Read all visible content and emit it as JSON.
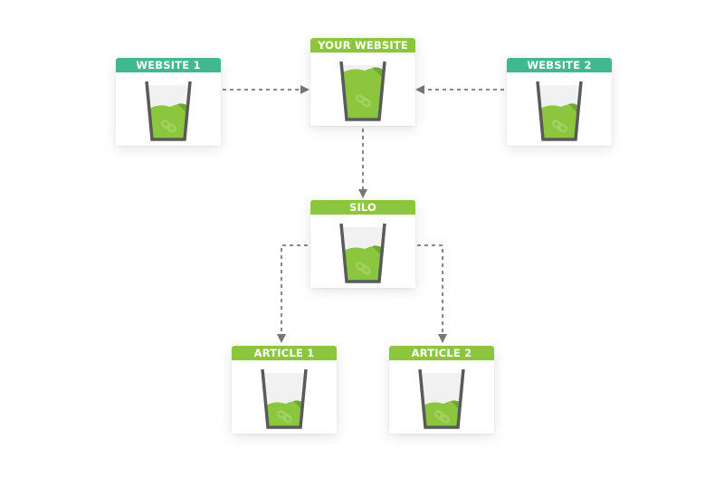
{
  "diagram": {
    "nodes": [
      {
        "id": "website1",
        "label": "WEBSITE 1",
        "header_color": "#41b88d",
        "fill_level": 0.55
      },
      {
        "id": "your_website",
        "label": "YOUR WEBSITE",
        "header_color": "#8cc63f",
        "fill_level": 0.85
      },
      {
        "id": "website2",
        "label": "WEBSITE 2",
        "header_color": "#41b88d",
        "fill_level": 0.55
      },
      {
        "id": "silo",
        "label": "SILO",
        "header_color": "#8cc63f",
        "fill_level": 0.55
      },
      {
        "id": "article1",
        "label": "ARTICLE 1",
        "header_color": "#8cc63f",
        "fill_level": 0.4
      },
      {
        "id": "article2",
        "label": "ARTICLE 2",
        "header_color": "#8cc63f",
        "fill_level": 0.4
      }
    ],
    "edges": [
      {
        "from": "website1",
        "to": "your_website"
      },
      {
        "from": "website2",
        "to": "your_website"
      },
      {
        "from": "your_website",
        "to": "silo"
      },
      {
        "from": "silo",
        "to": "article1"
      },
      {
        "from": "silo",
        "to": "article2"
      }
    ],
    "colors": {
      "teal": "#41b88d",
      "lime": "#8cc63f",
      "liquid": "#8cc63f",
      "liquid_dark": "#6fa832",
      "glass": "#5a5a5a",
      "arrow": "#777777"
    }
  }
}
